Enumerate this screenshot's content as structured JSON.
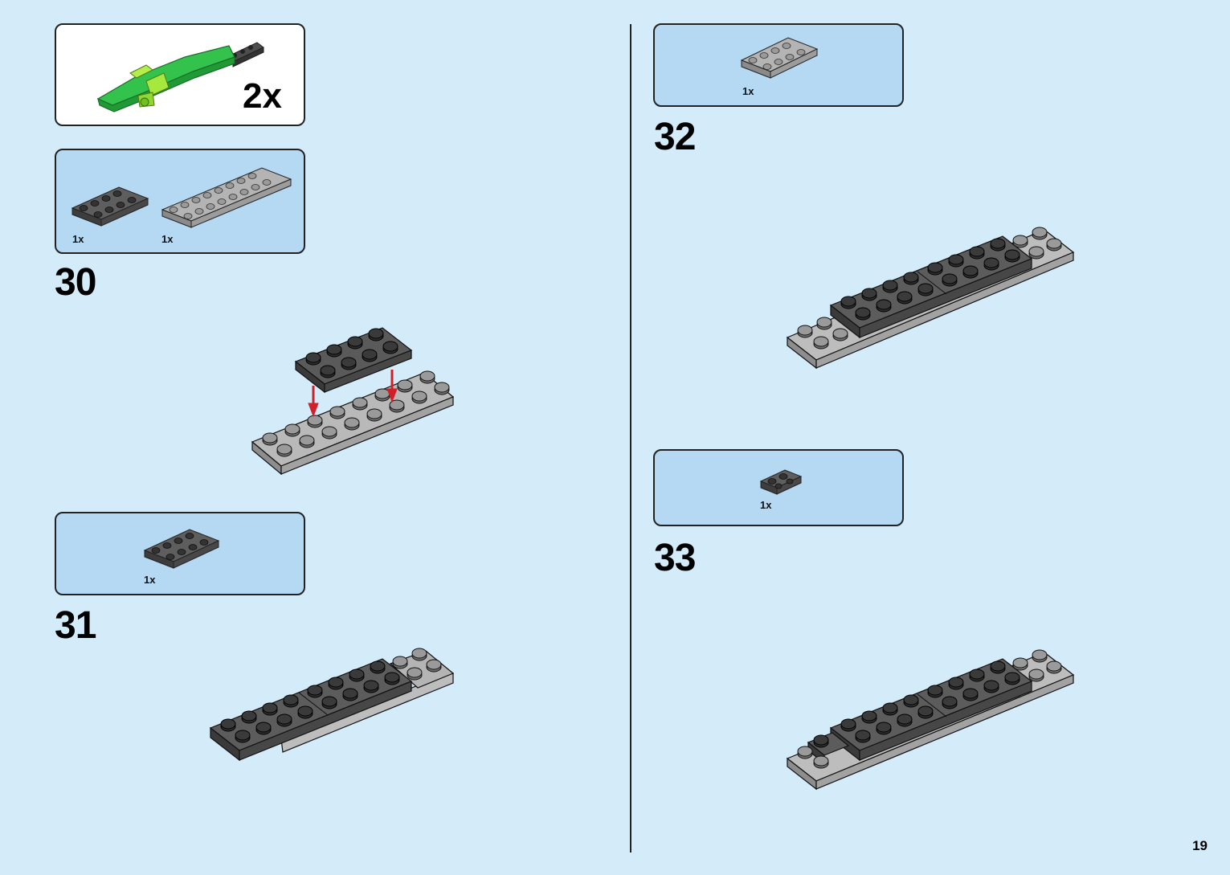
{
  "page_number": "19",
  "subassembly_callout": {
    "quantity": "2x"
  },
  "steps": [
    {
      "number": "30",
      "parts": [
        {
          "qty": "1x"
        },
        {
          "qty": "1x"
        }
      ]
    },
    {
      "number": "31",
      "parts": [
        {
          "qty": "1x"
        }
      ]
    },
    {
      "number": "32",
      "parts": [
        {
          "qty": "1x"
        }
      ]
    },
    {
      "number": "33",
      "parts": [
        {
          "qty": "1x"
        }
      ]
    }
  ],
  "colors": {
    "background": "#d4ebfa",
    "parts_box": "#b5d9f3",
    "dark_gray": "#585858",
    "light_gray": "#a8a8a8",
    "green": "#2fc14a",
    "lime": "#a6e83c",
    "arrow_red": "#d0202a"
  }
}
